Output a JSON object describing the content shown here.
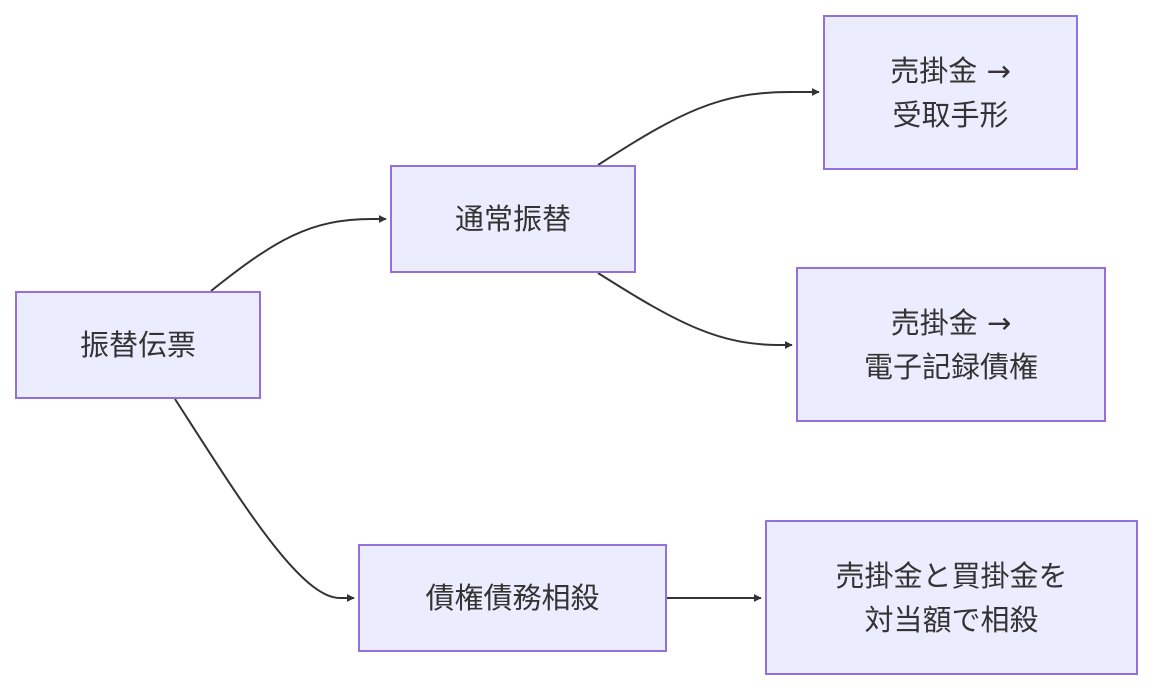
{
  "diagram": {
    "nodes": {
      "furikae": {
        "label": "振替伝票"
      },
      "tsujo": {
        "label": "通常振替"
      },
      "saimu": {
        "label": "債権債務相殺"
      },
      "tegata": {
        "line1": "売掛金 →",
        "line2": "受取手形"
      },
      "denshi": {
        "line1": "売掛金 →",
        "line2": "電子記録債権"
      },
      "sousai": {
        "line1": "売掛金と買掛金を",
        "line2": "対当額で相殺"
      }
    },
    "edges": [
      {
        "from": "furikae",
        "to": "tsujo"
      },
      {
        "from": "furikae",
        "to": "saimu"
      },
      {
        "from": "tsujo",
        "to": "tegata"
      },
      {
        "from": "tsujo",
        "to": "denshi"
      },
      {
        "from": "saimu",
        "to": "sousai"
      }
    ],
    "colors": {
      "node_fill": "#ececff",
      "node_border": "#9370db",
      "edge": "#333333",
      "text": "#333333"
    }
  }
}
